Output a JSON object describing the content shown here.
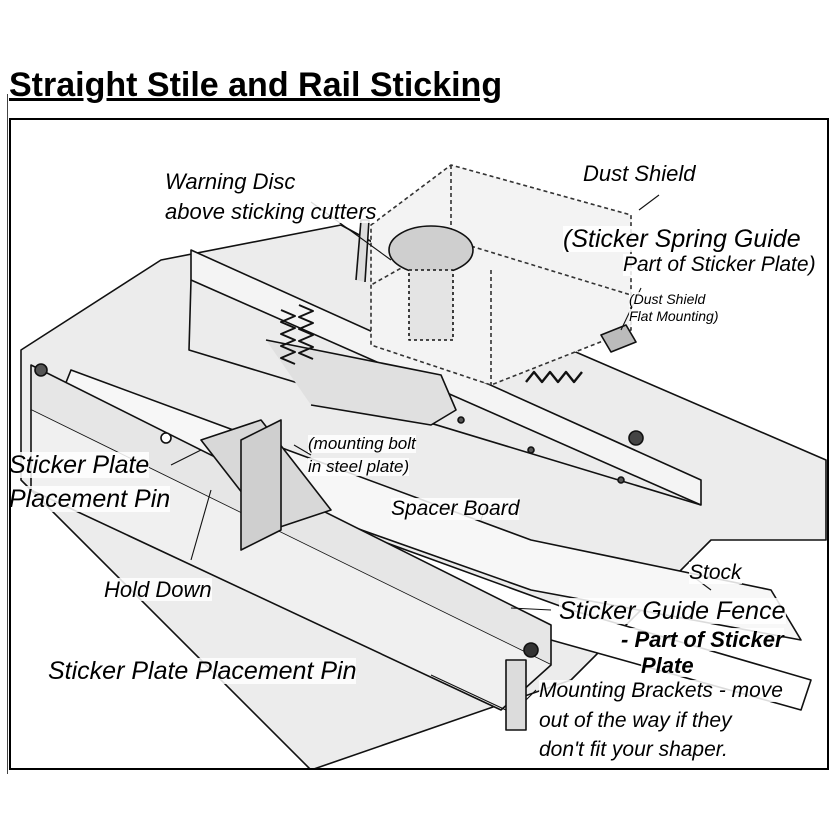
{
  "title": "Straight Stile and Rail Sticking",
  "labels": {
    "warning_disc_1": "Warning Disc",
    "warning_disc_2": "above sticking cutters",
    "dust_shield": "Dust Shield",
    "sticker_spring_guide": "(Sticker Spring Guide",
    "part_of_sticker_plate": "Part of Sticker Plate)",
    "dust_shield_flat_1": "(Dust Shield",
    "dust_shield_flat_2": "Flat Mounting)",
    "sticker_plate_pin_1": "Sticker Plate",
    "sticker_plate_pin_2": "Placement Pin",
    "mounting_bolt_1": "(mounting bolt",
    "mounting_bolt_2": "in steel plate)",
    "spacer_board": "Spacer Board",
    "hold_down": "Hold Down",
    "stock": "Stock",
    "sticker_guide_fence": "Sticker Guide Fence",
    "part_of_sticker_1": "- Part of Sticker",
    "part_of_sticker_2": "Plate",
    "sticker_plate_placement_pin": "Sticker Plate Placement Pin",
    "mounting_brackets_1": "Mounting Brackets - move",
    "mounting_brackets_2": "out of the way if they",
    "mounting_brackets_3": "don't fit your shaper."
  }
}
